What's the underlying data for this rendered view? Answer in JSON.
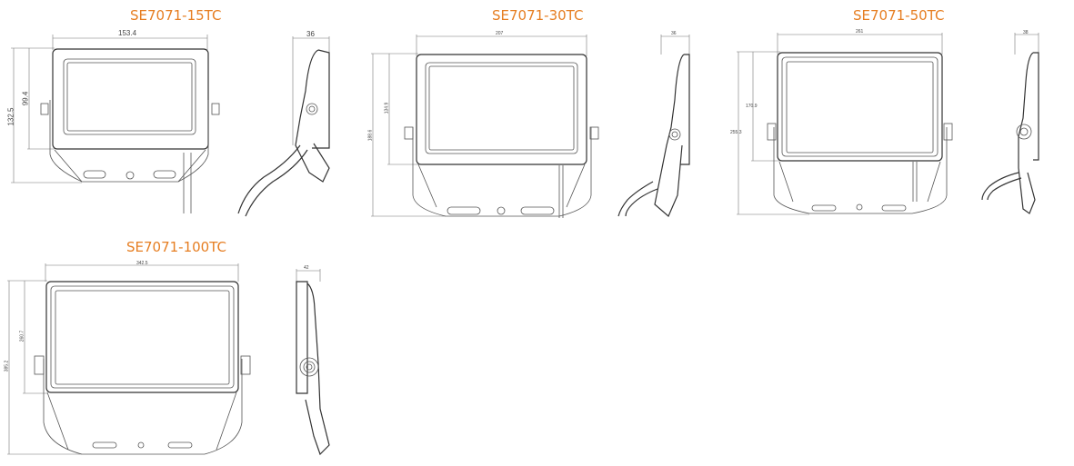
{
  "products": [
    {
      "model": "SE7071-15TC",
      "color": "#e67e22",
      "front_view": {
        "width": "153.4",
        "height_panel": "99.4",
        "height_total": "132.5"
      },
      "side_view": {
        "depth": "36"
      }
    },
    {
      "model": "SE7071-30TC",
      "color": "#e67e22",
      "front_view": {
        "width": "207",
        "height_panel": "134.9",
        "height_total": "188.6"
      },
      "side_view": {
        "depth": "36"
      }
    },
    {
      "model": "SE7071-50TC",
      "color": "#e67e22",
      "front_view": {
        "width": "261",
        "height_panel": "170.9",
        "height_total": "255.3"
      },
      "side_view": {
        "depth": "38"
      }
    },
    {
      "model": "SE7071-100TC",
      "color": "#e67e22",
      "front_view": {
        "width": "342.5",
        "height_panel": "260.7",
        "height_total": "385.2"
      },
      "side_view": {
        "depth": "42"
      }
    }
  ]
}
